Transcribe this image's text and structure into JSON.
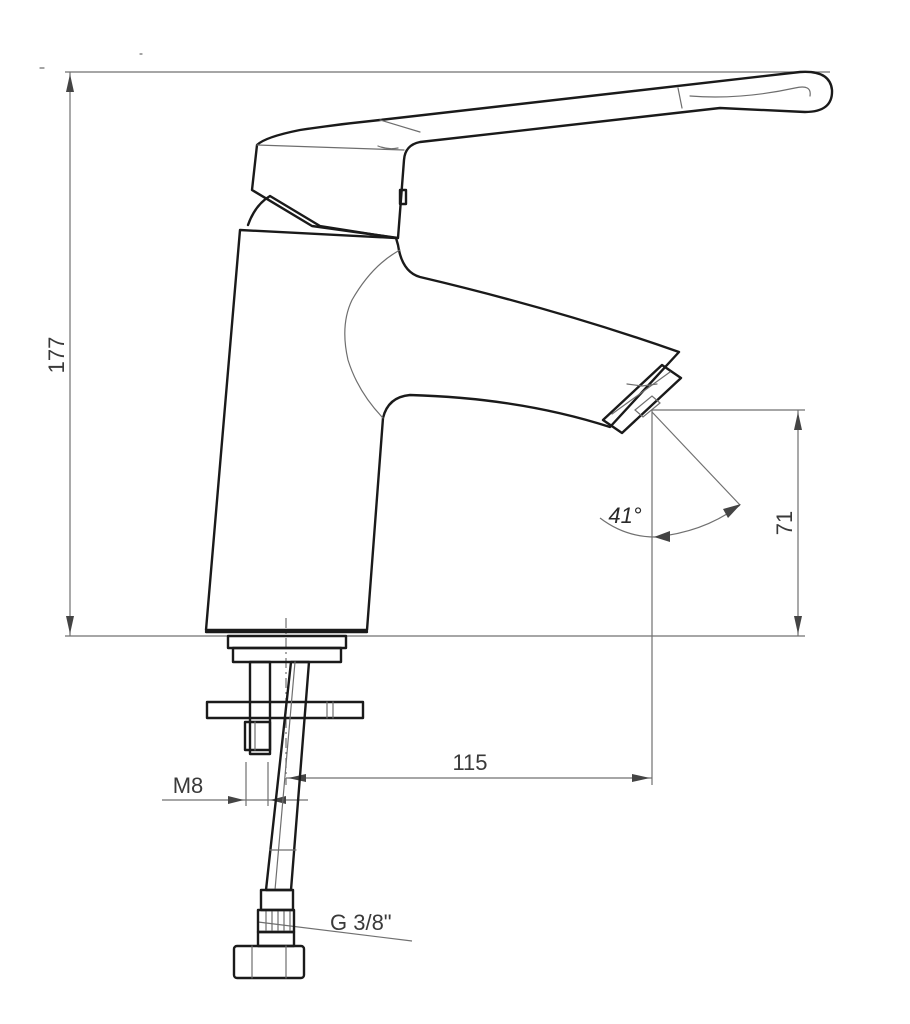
{
  "drawing": {
    "subject": "faucet technical side view",
    "dimensions": {
      "total_height": "177",
      "spout_height": "71",
      "spout_reach": "115",
      "spout_angle": "41°",
      "stud_thread": "M8",
      "hose_connection": "G 3/8\""
    },
    "colors": {
      "outline": "#1a1a1a",
      "dimension_line": "#707070",
      "text": "#3a3a3a",
      "background": "#ffffff"
    }
  }
}
